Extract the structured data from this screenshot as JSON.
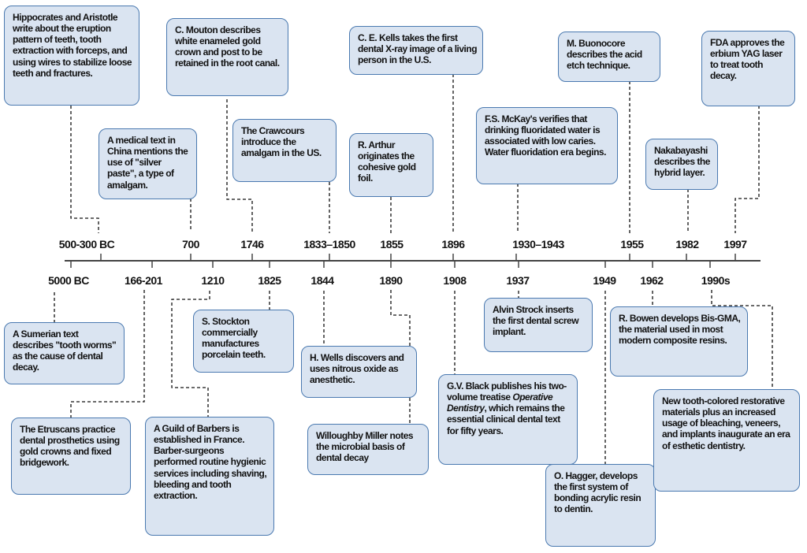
{
  "timeline": {
    "years_top": [
      "500-300 BC",
      "700",
      "1746",
      "1833–1850",
      "1855",
      "1896",
      "1930–1943",
      "1955",
      "1982",
      "1997"
    ],
    "years_bottom": [
      "5000 BC",
      "166-201",
      "1210",
      "1825",
      "1844",
      "1890",
      "1908",
      "1937",
      "1949",
      "1962",
      "1990s"
    ]
  },
  "events": {
    "hippocrates": "Hippocrates and Aristotle write about the eruption pattern of teeth, tooth extraction with forceps, and using wires to stabilize loose teeth and fractures.",
    "china": "A medical text in China mentions the use of \"silver paste\", a type of amalgam.",
    "mouton": "C. Mouton describes white enameled gold crown and post to be retained in the root canal.",
    "crawcours": "The Crawcours introduce the amalgam in the US.",
    "kells": "C. E. Kells takes the first dental X-ray image of a living person in the U.S.",
    "arthur": "R. Arthur originates the cohesive gold foil.",
    "mckay": "F.S. McKay's verifies that drinking fluoridated water is associated with low caries.  Water fluoridation era begins.",
    "buonocore": "M. Buonocore describes the acid etch technique.",
    "nakabayashi": "Nakabayashi describes the hybrid layer.",
    "fda": "FDA approves the erbium YAG laser to treat tooth decay.",
    "sumerian": "A Sumerian text describes \"tooth worms\" as the cause of dental decay.",
    "etruscans": "The Etruscans practice dental prosthetics using gold crowns and fixed bridgework.",
    "barbers": "A Guild of Barbers is established in France. Barber-surgeons performed routine hygienic services including shaving, bleeding and tooth extraction.",
    "stockton": "S. Stockton commercially manufactures porcelain teeth.",
    "wells": "H. Wells discovers and uses nitrous oxide as anesthetic.",
    "miller": "Willoughby Miller notes the microbial basis of dental decay",
    "black_pre": "G.V. Black publishes his two-volume treatise ",
    "black_title": "Operative Dentistry",
    "black_post": ", which remains the essential clinical dental text for fifty years.",
    "strock": "Alvin Strock inserts the first dental screw implant.",
    "hagger": "O. Hagger, develops the first system of bonding acrylic resin to dentin.",
    "bowen": "R. Bowen develops Bis-GMA, the material used in most modern composite resins.",
    "tooth_colored": "New tooth-colored restorative materials plus an increased usage of bleaching, veneers, and implants inaugurate an era of esthetic dentistry."
  },
  "colors": {
    "box_fill": "#dae4f1",
    "box_border": "#4a79b0",
    "line": "#000000"
  }
}
